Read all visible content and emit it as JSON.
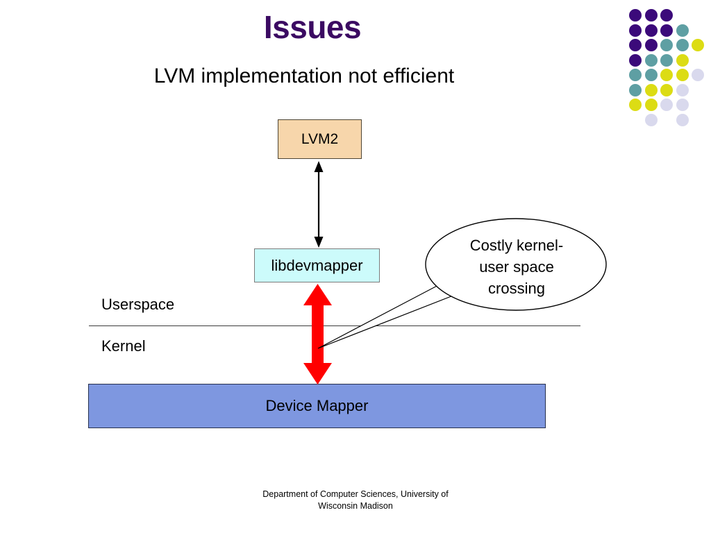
{
  "slide": {
    "title": "Issues",
    "subtitle": "LVM implementation not efficient",
    "title_color": "#3B0A62"
  },
  "diagram": {
    "boxes": [
      {
        "id": "lvm2",
        "label": "LVM2",
        "fill": "#F7D6AB",
        "stroke": "#4D4433"
      },
      {
        "id": "libdevmapper",
        "label": "libdevmapper",
        "fill": "#CCFBFB",
        "stroke": "#7B7B7B"
      },
      {
        "id": "device-mapper",
        "label": "Device Mapper",
        "fill": "#7E97E0",
        "stroke": "#26304D"
      }
    ],
    "layers": {
      "upper_label": "Userspace",
      "lower_label": "Kernel"
    },
    "connectors": [
      {
        "id": "lvm2-to-libdevmapper",
        "style": "double-arrow",
        "color": "#000000",
        "thickness": 2
      },
      {
        "id": "libdevmapper-to-device-mapper",
        "style": "double-arrow",
        "color": "#FF0000",
        "thickness": 16
      }
    ],
    "callout": {
      "lines": [
        "Costly kernel-",
        "user space",
        "crossing"
      ],
      "shape": "ellipse",
      "fill": "#FFFFFF",
      "stroke": "#000000"
    }
  },
  "decor": {
    "name": "dot-grid",
    "colors": {
      "purple": "#3B0A7A",
      "teal": "#5E9FA3",
      "yellow": "#DCDC14",
      "lavender": "#D9D9ED"
    },
    "grid": [
      [
        "purple",
        "purple",
        "purple",
        "none",
        "none"
      ],
      [
        "purple",
        "purple",
        "purple",
        "teal",
        "none"
      ],
      [
        "purple",
        "purple",
        "teal",
        "teal",
        "yellow"
      ],
      [
        "purple",
        "teal",
        "teal",
        "yellow",
        "none"
      ],
      [
        "teal",
        "teal",
        "yellow",
        "yellow",
        "lavender"
      ],
      [
        "teal",
        "yellow",
        "yellow",
        "lavender",
        "none"
      ],
      [
        "yellow",
        "yellow",
        "lavender",
        "lavender",
        "none"
      ],
      [
        "none",
        "lavender",
        "none",
        "lavender",
        "none"
      ]
    ]
  },
  "footer": {
    "line1": "Department of Computer Sciences, University of",
    "line2": "Wisconsin Madison"
  }
}
